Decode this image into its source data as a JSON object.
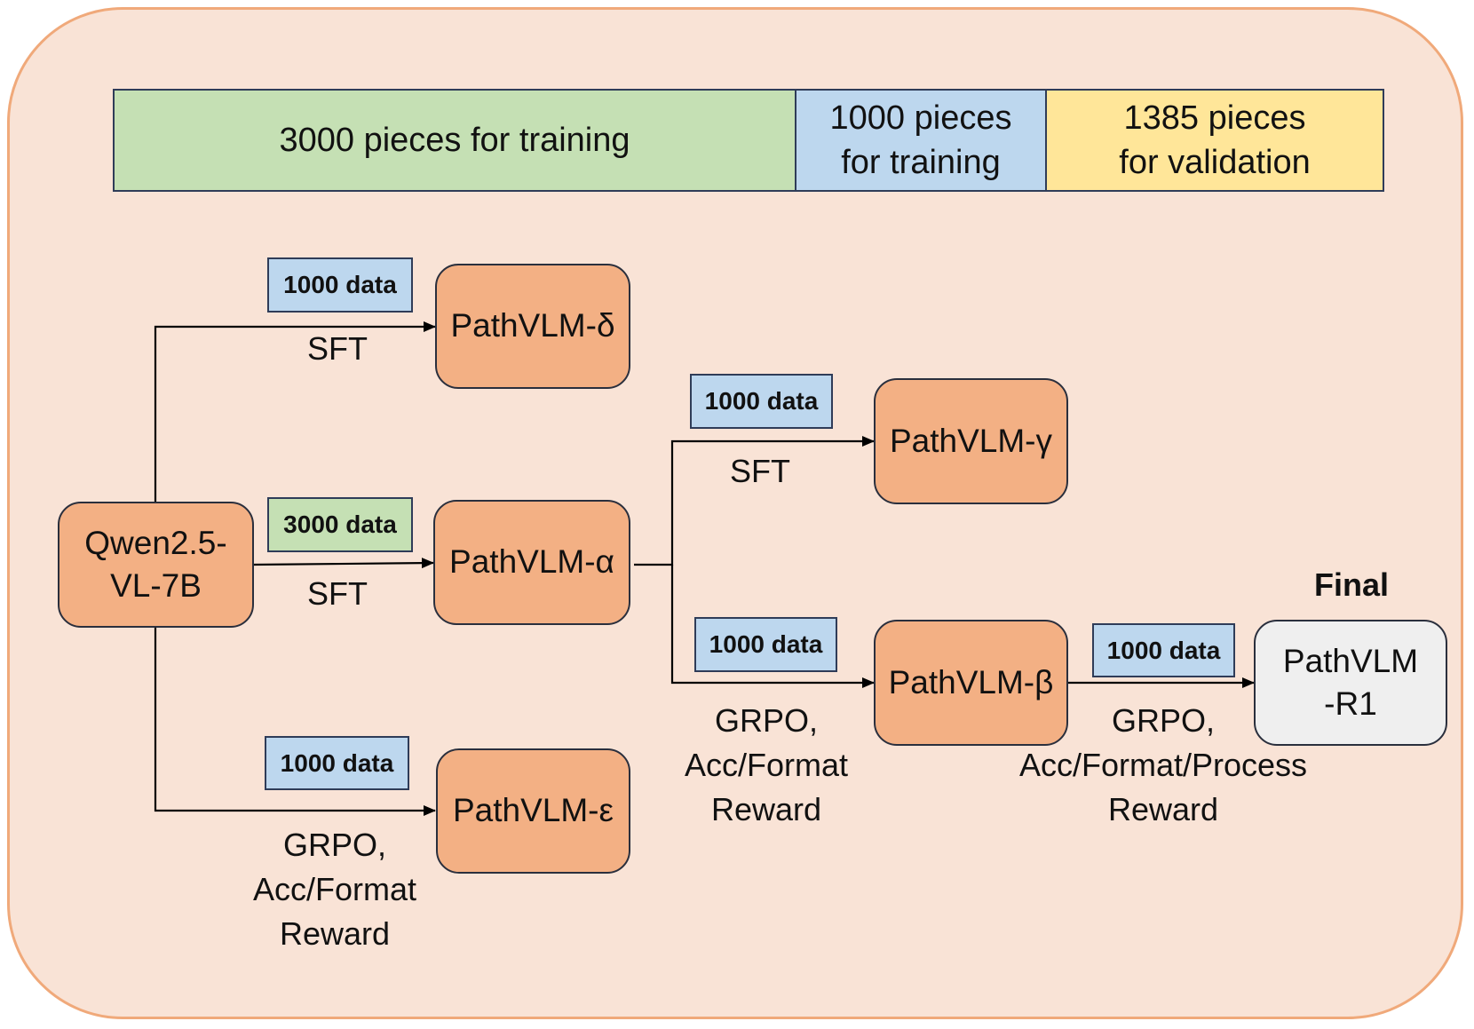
{
  "split_bar": [
    {
      "text": "3000 pieces for training",
      "color": "#c5e0b4"
    },
    {
      "text": "1000 pieces\nfor training",
      "color": "#bdd7ee"
    },
    {
      "text": "1385 pieces\nfor validation",
      "color": "#ffe699"
    }
  ],
  "nodes": {
    "base": "Qwen2.5-\nVL-7B",
    "delta": "PathVLM-δ",
    "alpha": "PathVLM-α",
    "epsilon": "PathVLM-ε",
    "gamma": "PathVLM-γ",
    "beta": "PathVLM-β",
    "r1": "PathVLM\n-R1"
  },
  "data_tags": {
    "delta": "1000 data",
    "alpha": "3000 data",
    "epsilon": "1000 data",
    "gamma": "1000 data",
    "beta": "1000 data",
    "r1": "1000 data"
  },
  "edge_labels": {
    "delta": "SFT",
    "alpha": "SFT",
    "epsilon": "GRPO,\nAcc/Format\nReward",
    "gamma": "SFT",
    "beta": "GRPO,\nAcc/Format\nReward",
    "r1": "GRPO,\nAcc/Format/Process\nReward"
  },
  "final_label": "Final",
  "colors": {
    "frame_bg": "#f9e3d6",
    "frame_border": "#f0a97a",
    "node_fill": "#f3b084",
    "final_node_fill": "#efefef",
    "tag_blue": "#bdd7ee",
    "tag_green": "#c5e0b4"
  }
}
